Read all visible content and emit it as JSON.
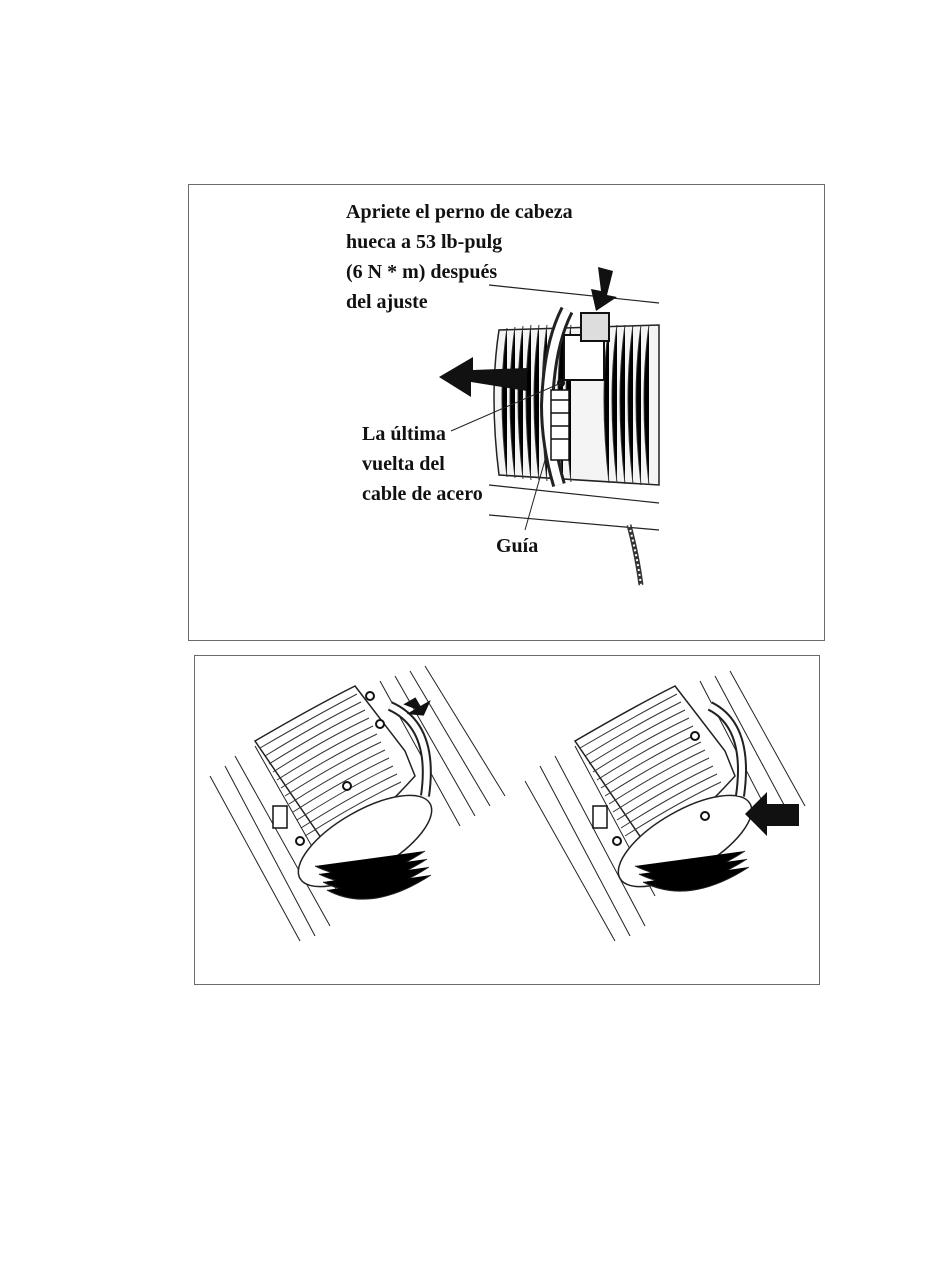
{
  "figure_top": {
    "instruction": "Apriete el perno de cabeza\nhueca a 53 lb-pulg\n(6 N * m) después\ndel ajuste",
    "wire_label": "La última\nvuelta del\ncable de acero",
    "guide_label": "Guía"
  },
  "figure_bottom": {},
  "icons": [
    "arrow-down-icon",
    "arrow-left-icon"
  ]
}
